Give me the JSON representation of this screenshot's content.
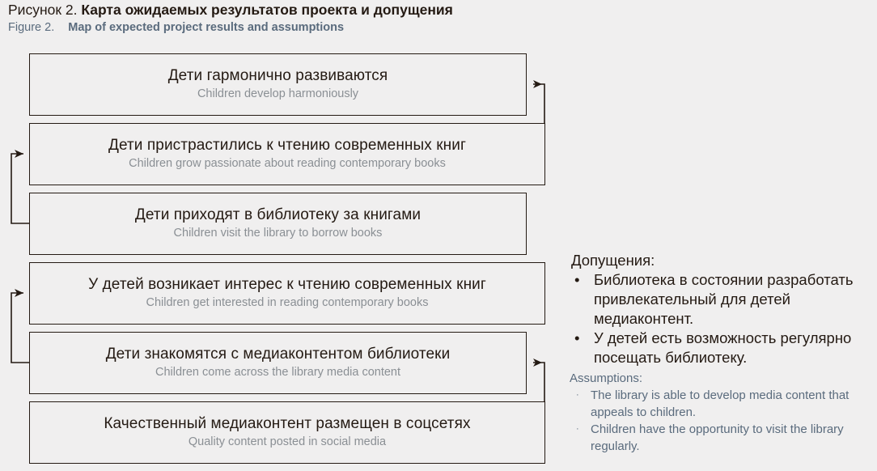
{
  "caption": {
    "number_ru": "Рисунок 2.",
    "title_ru": "Карта ожидаемых результатов проекта и допущения",
    "number_en": "Figure 2.",
    "title_en": "Map of expected project results and assumptions"
  },
  "colors": {
    "page_background": "#f0efef",
    "box_border": "#241a13",
    "box_fill": "#f0efef",
    "text_primary": "#241a13",
    "text_english_box": "#8a8f94",
    "text_english_caption": "#5a6b7d",
    "connector": "#241a13"
  },
  "diagram": {
    "boxes": [
      {
        "id": "result-1",
        "ru": "Дети гармонично развиваются",
        "en": "Children develop harmoniously"
      },
      {
        "id": "result-2",
        "ru": "Дети пристрастились к чтению современных книг",
        "en": "Children grow passionate about reading contemporary books"
      },
      {
        "id": "result-3",
        "ru": "Дети приходят в библиотеку за книгами",
        "en": "Children visit the library to borrow books"
      },
      {
        "id": "result-4",
        "ru": "У детей возникает интерес к чтению современных книг",
        "en": "Children get interested in reading contemporary books"
      },
      {
        "id": "result-5",
        "ru": "Дети знакомятся с медиаконтентом библиотеки",
        "en": "Children come across the library media content"
      },
      {
        "id": "result-6",
        "ru": "Качественный медиаконтент размещен в соцсетях",
        "en": "Quality content posted in social media"
      }
    ],
    "connectors": [
      {
        "name": "arrow-box2-to-box1",
        "direction": "up-left",
        "side": "right"
      },
      {
        "name": "arrow-box3-to-box2",
        "direction": "up-right",
        "side": "left"
      },
      {
        "name": "arrow-box4-to-box3",
        "direction": "none",
        "side": "left"
      },
      {
        "name": "arrow-box5-to-box4",
        "direction": "up-right",
        "side": "left"
      },
      {
        "name": "arrow-box6-to-box5",
        "direction": "up-left",
        "side": "right"
      }
    ]
  },
  "assumptions": {
    "heading_ru": "Допущения:",
    "bullet_glyph_ru": "•",
    "items_ru": [
      "Библиотека в состоянии разработать привлекательный для детей медиаконтент.",
      "У детей есть возможность регулярно посещать библиотеку."
    ],
    "heading_en": "Assumptions:",
    "bullet_glyph_en": "·",
    "items_en": [
      "The library is able to develop media content that appeals to children.",
      "Children have the opportunity to visit the library regularly."
    ]
  }
}
